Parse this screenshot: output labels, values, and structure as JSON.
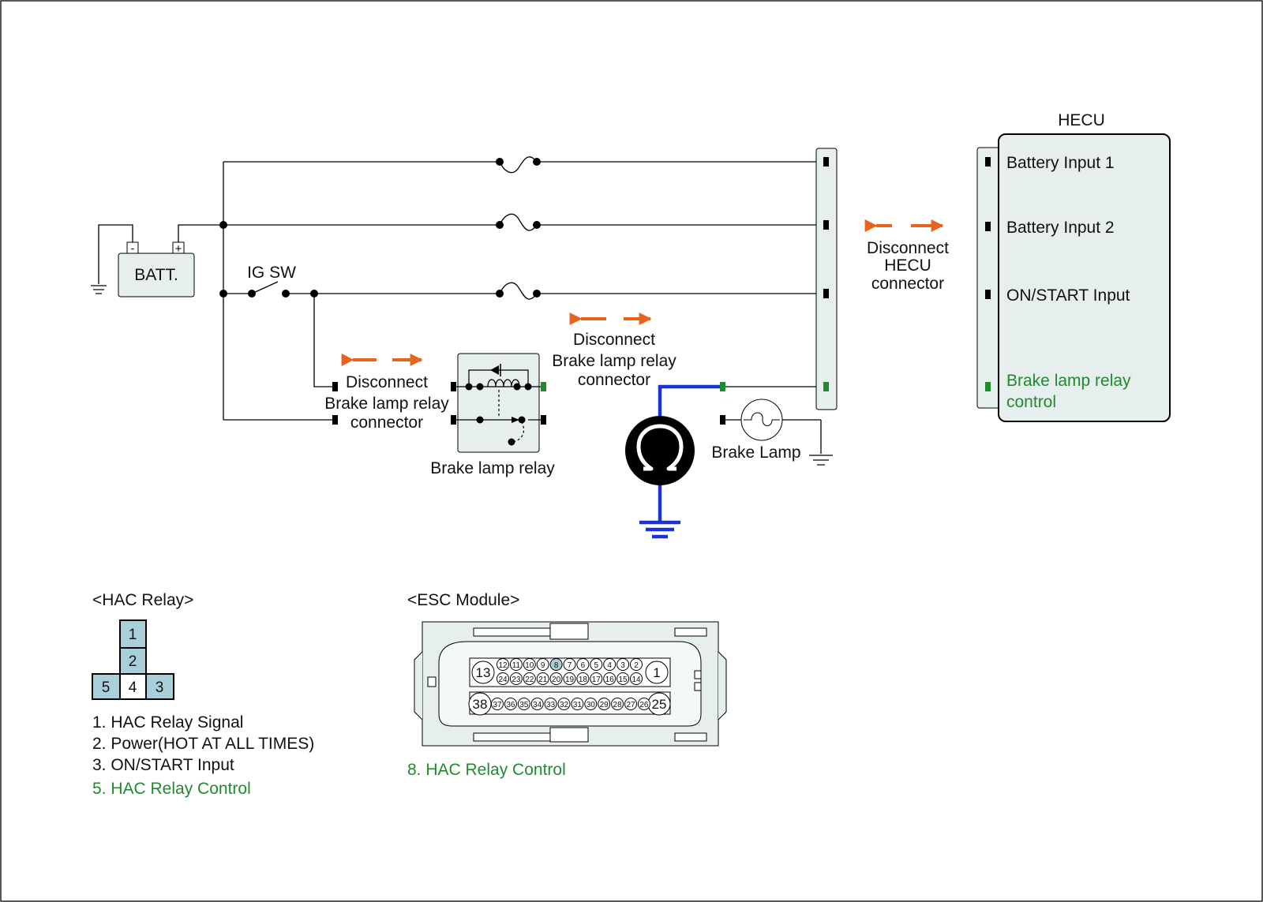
{
  "colors": {
    "wire": "#000000",
    "meter_wire": "#1a33d6",
    "arrow": "#e8631c",
    "highlight": "#1f8a2e",
    "connector_fill": "#e6eeee",
    "pin_highlight": "#a9d0d9"
  },
  "hecu": {
    "title": "HECU",
    "inputs": [
      {
        "label": "Battery Input 1"
      },
      {
        "label": "Battery Input 2"
      },
      {
        "label": "ON/START Input"
      },
      {
        "label_line1": "Brake lamp relay",
        "label_line2": "control"
      }
    ]
  },
  "battery": {
    "label": "BATT.",
    "neg": "-",
    "pos": "+"
  },
  "ig_switch": {
    "label": "IG SW"
  },
  "disconnect_hecu": {
    "lines": [
      "Disconnect",
      "HECU",
      "connector"
    ]
  },
  "disconnect_relay_left": {
    "lines": [
      "Disconnect",
      "Brake lamp relay",
      "connector"
    ]
  },
  "disconnect_relay_right": {
    "lines": [
      "Disconnect",
      "Brake lamp relay",
      "connector"
    ]
  },
  "relay_label": "Brake lamp relay",
  "brake_lamp_label": "Brake Lamp",
  "ohmmeter_icon": "ohm-icon",
  "hac_relay": {
    "title": "<HAC Relay>",
    "pins": [
      "1",
      "2",
      "5",
      "4",
      "3"
    ],
    "legend": [
      "1. HAC Relay Signal",
      "2. Power(HOT AT ALL TIMES)",
      "3. ON/START Input",
      "5. HAC Relay Control"
    ]
  },
  "esc_module": {
    "title": "<ESC Module>",
    "big_pins": [
      "13",
      "1",
      "38",
      "25"
    ],
    "row1": [
      "12",
      "11",
      "10",
      "9",
      "8",
      "7",
      "6",
      "5",
      "4",
      "3",
      "2"
    ],
    "row2": [
      "24",
      "23",
      "22",
      "21",
      "20",
      "19",
      "18",
      "17",
      "16",
      "15",
      "14"
    ],
    "row3": [
      "37",
      "36",
      "35",
      "34",
      "33",
      "32",
      "31",
      "30",
      "29",
      "28",
      "27",
      "26"
    ],
    "highlight_pin": "8",
    "legend": "8. HAC Relay Control"
  }
}
